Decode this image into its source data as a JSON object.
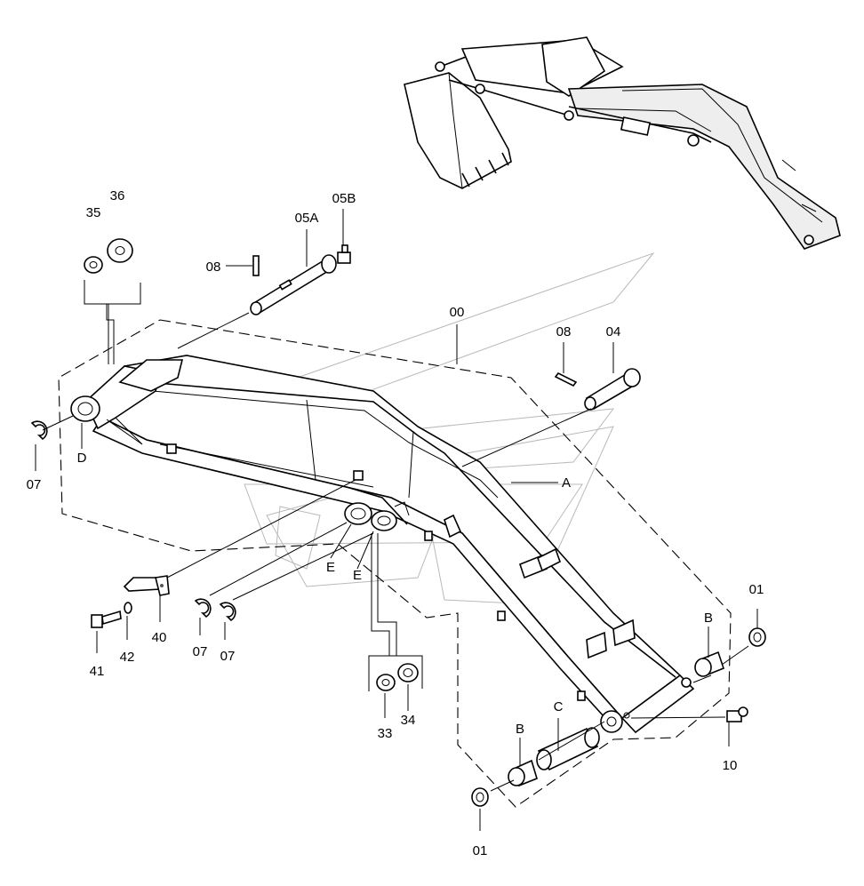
{
  "diagram": {
    "callouts": [
      {
        "id": "c-36",
        "text": "36"
      },
      {
        "id": "c-35",
        "text": "35"
      },
      {
        "id": "c-05a",
        "text": "05A"
      },
      {
        "id": "c-05b",
        "text": "05B"
      },
      {
        "id": "c-08a",
        "text": "08"
      },
      {
        "id": "c-00",
        "text": "00"
      },
      {
        "id": "c-08b",
        "text": "08"
      },
      {
        "id": "c-04",
        "text": "04"
      },
      {
        "id": "c-07a",
        "text": "07"
      },
      {
        "id": "c-d",
        "text": "D"
      },
      {
        "id": "c-a",
        "text": "A"
      },
      {
        "id": "c-e1",
        "text": "E"
      },
      {
        "id": "c-e2",
        "text": "E"
      },
      {
        "id": "c-01a",
        "text": "01"
      },
      {
        "id": "c-b1",
        "text": "B"
      },
      {
        "id": "c-c",
        "text": "C"
      },
      {
        "id": "c-b2",
        "text": "B"
      },
      {
        "id": "c-10",
        "text": "10"
      },
      {
        "id": "c-01b",
        "text": "01"
      },
      {
        "id": "c-41",
        "text": "41"
      },
      {
        "id": "c-42",
        "text": "42"
      },
      {
        "id": "c-40",
        "text": "40"
      },
      {
        "id": "c-07b",
        "text": "07"
      },
      {
        "id": "c-07c",
        "text": "07"
      },
      {
        "id": "c-33",
        "text": "33"
      },
      {
        "id": "c-34",
        "text": "34"
      }
    ]
  }
}
